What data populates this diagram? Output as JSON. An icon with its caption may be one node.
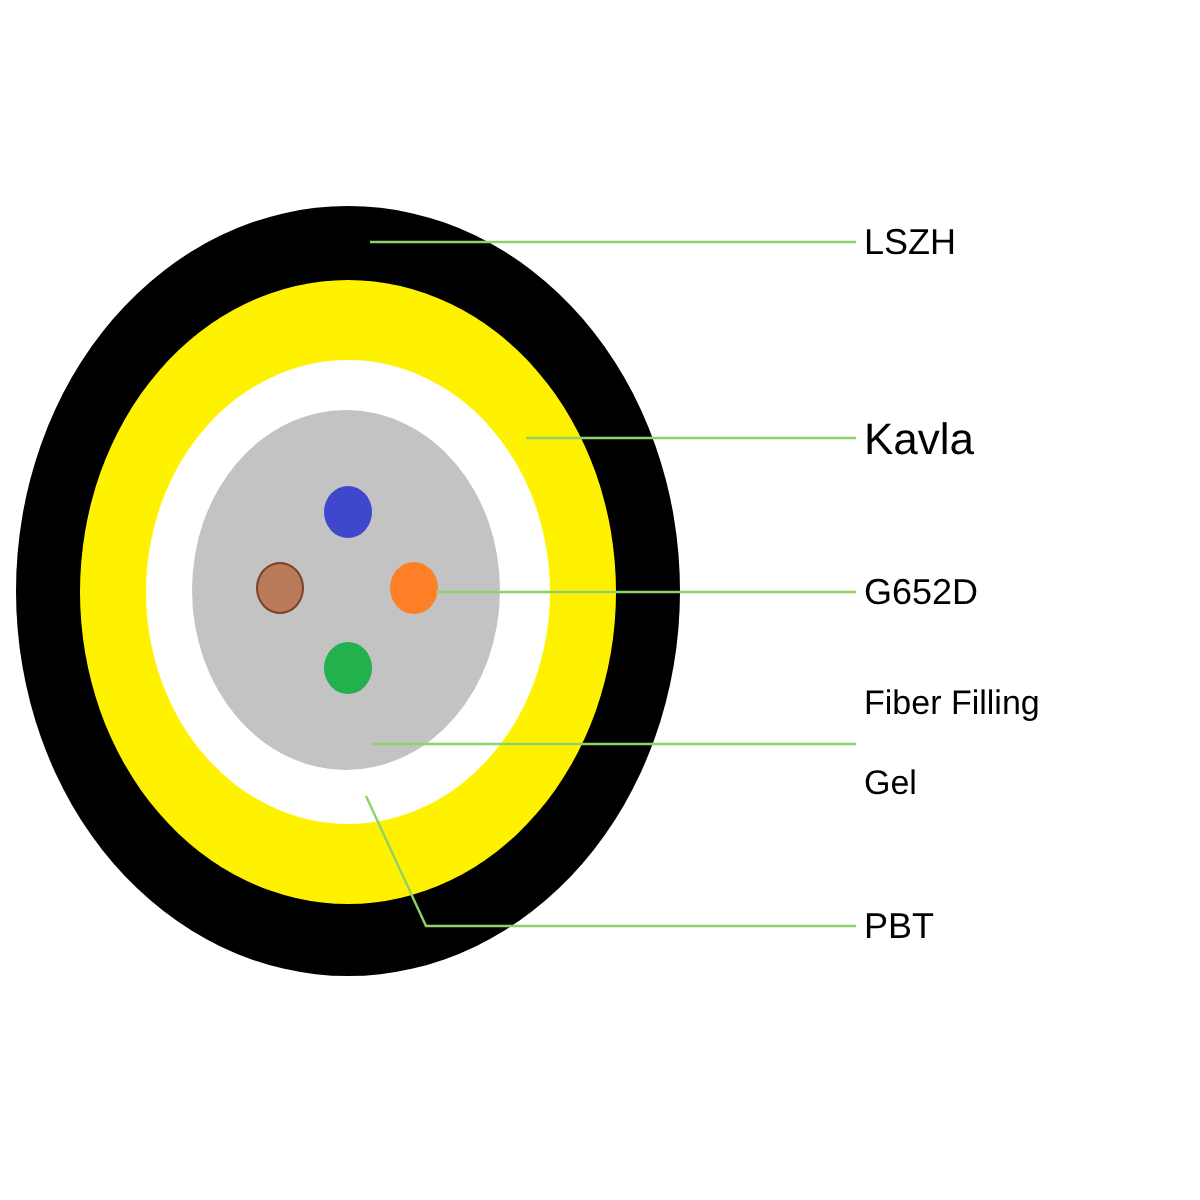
{
  "diagram": {
    "nodes": [
      {
        "text": [],
        "shape": "circle"
      },
      {
        "text": [],
        "shape": "circle",
        "in": 0
      },
      {
        "text": [],
        "shape": "circle",
        "in": 1
      },
      {
        "text": [],
        "shape": "circle",
        "in": 2
      },
      {
        "text": [],
        "shape": "circle",
        "in": 3
      },
      {
        "text": [],
        "shape": "circle",
        "in": 3
      },
      {
        "text": [],
        "shape": "circle",
        "in": 3
      },
      {
        "text": [],
        "shape": "circle",
        "in": 3
      },
      {
        "text": [
          "LSZH"
        ]
      },
      {
        "text": [
          "Kavla"
        ]
      },
      {
        "text": [
          "G652D"
        ]
      },
      {
        "text": [
          "Fiber Filling Gel"
        ]
      },
      {
        "text": [
          "PBT"
        ]
      }
    ],
    "edges": [
      {
        "from": 8,
        "to": 0,
        "arrow": "none"
      },
      {
        "from": 9,
        "to": 1,
        "arrow": "none"
      },
      {
        "from": 10,
        "to": 6,
        "arrow": "none"
      },
      {
        "from": 11,
        "to": 3,
        "arrow": "none"
      },
      {
        "from": 12,
        "to": 2,
        "arrow": "none"
      }
    ]
  }
}
